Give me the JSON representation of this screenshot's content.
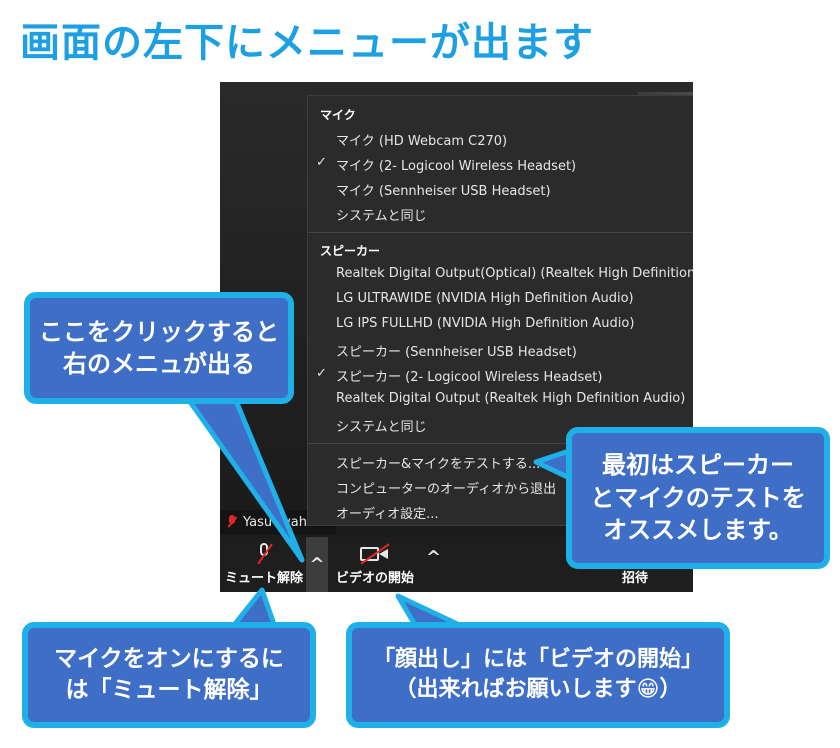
{
  "title": "画面の左下にメニューが出ます",
  "menu": {
    "mic_header": "マイク",
    "mic_items": [
      {
        "label": "マイク (HD Webcam C270)",
        "checked": false
      },
      {
        "label": "マイク (2- Logicool Wireless Headset)",
        "checked": true
      },
      {
        "label": "マイク (Sennheiser USB Headset)",
        "checked": false
      },
      {
        "label": "システムと同じ",
        "checked": false
      }
    ],
    "speaker_header": "スピーカー",
    "speaker_items": [
      {
        "label": "Realtek Digital Output(Optical) (Realtek High Definition",
        "checked": false
      },
      {
        "label": "LG ULTRAWIDE (NVIDIA High Definition Audio)",
        "checked": false
      },
      {
        "label": "LG IPS FULLHD (NVIDIA High Definition Audio)",
        "checked": false
      },
      {
        "label": "スピーカー (Sennheiser USB Headset)",
        "checked": false
      },
      {
        "label": "スピーカー (2- Logicool Wireless Headset)",
        "checked": true
      },
      {
        "label": "Realtek Digital Output (Realtek High Definition Audio)",
        "checked": false
      },
      {
        "label": "システムと同じ",
        "checked": false
      }
    ],
    "actions": [
      "スピーカー&マイクをテストする...",
      "コンピューターのオーディオから退出",
      "オーディオ設定..."
    ],
    "check_glyph": "✓"
  },
  "participant": {
    "name": "Yasu Iwahori"
  },
  "toolbar": {
    "mute_label": "ミュート解除",
    "video_label": "ビデオの開始",
    "invite_label": "招待",
    "chevron_glyph": "^"
  },
  "callouts": {
    "menu_hint": "ここをクリックすると\n右のメニュが出る",
    "test_hint": "最初はスピーカー\nとマイクのテストを\nオススメします。",
    "mic_hint": "マイクをオンにするに\nは「ミュート解除」",
    "video_hint": "「顔出し」には「ビデオの開始」\n（出来ればお願いします😁）"
  },
  "colors": {
    "title": "#1d9fe3",
    "callout_fill": "#3f6ec6",
    "callout_border": "#1fb0e8",
    "muted_red": "#e02828"
  }
}
